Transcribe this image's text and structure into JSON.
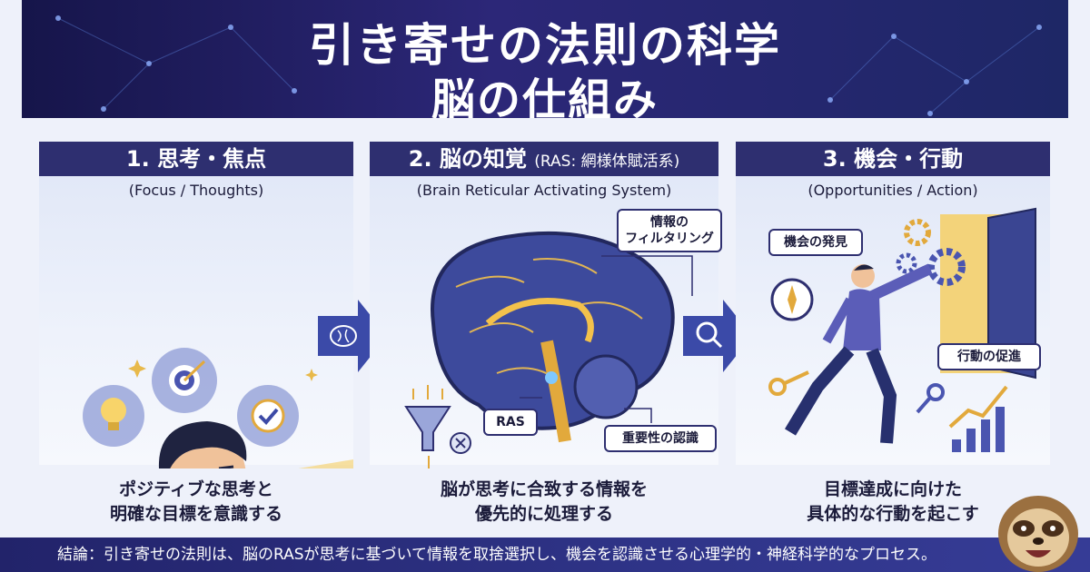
{
  "header": {
    "title_line1": "引き寄せの法則の科学",
    "title_line2": "脳の仕組み"
  },
  "panels": [
    {
      "title": "1. 思考・焦点",
      "subtitle": "(Focus / Thoughts)",
      "caption_line1": "ポジティブな思考と",
      "caption_line2": "明確な目標を意識する"
    },
    {
      "title": "2. 脳の知覚",
      "title_small": "(RAS: 網様体賦活系)",
      "subtitle": "(Brain Reticular Activating System)",
      "caption_line1": "脳が思考に合致する情報を",
      "caption_line2": "優先的に処理する",
      "labels": {
        "filtering_line1": "情報の",
        "filtering_line2": "フィルタリング",
        "ras": "RAS",
        "recognition": "重要性の認識"
      }
    },
    {
      "title": "3. 機会・行動",
      "subtitle": "(Opportunities / Action)",
      "caption_line1": "目標達成に向けた",
      "caption_line2": "具体的な行動を起こす",
      "labels": {
        "discovery": "機会の発見",
        "promotion": "行動の促進"
      }
    }
  ],
  "footer": {
    "text": "結論：引き寄せの法則は、脳のRASが思考に基づいて情報を取捨選択し、機会を認識させる心理学的・神経科学的なプロセス。"
  },
  "icons": [
    "lightbulb-icon",
    "target-icon",
    "checkmark-icon",
    "brain-icon",
    "magnifier-icon",
    "funnel-icon",
    "x-icon",
    "compass-icon",
    "key-icon",
    "gear-icon",
    "door-icon",
    "growth-chart-icon",
    "sloth-mascot"
  ],
  "colors": {
    "navy": "#2e2f70",
    "gold": "#f3c14b",
    "accent": "#3b4aa8"
  }
}
